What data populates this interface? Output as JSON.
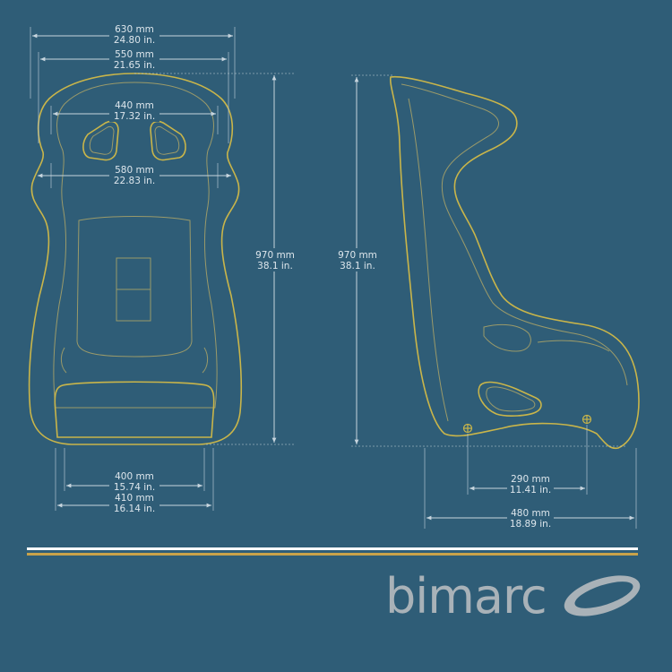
{
  "colors": {
    "background": "#2f5d77",
    "seat_outline": "#c9b54a",
    "seat_inner": "#9a9a6a",
    "dimension_line": "#c7d5de",
    "dimension_text": "#dde6ec",
    "stripe_white": "#ffffff",
    "stripe_gold": "#c9a24a",
    "logo": "#a9b2b8"
  },
  "front_view": {
    "width_630": {
      "mm": "630 mm",
      "in": "24.80 in."
    },
    "width_550": {
      "mm": "550 mm",
      "in": "21.65 in."
    },
    "width_440": {
      "mm": "440 mm",
      "in": "17.32 in."
    },
    "width_580": {
      "mm": "580 mm",
      "in": "22.83 in."
    },
    "height_970": {
      "mm": "970 mm",
      "in": "38.1 in."
    },
    "width_400": {
      "mm": "400 mm",
      "in": "15.74 in."
    },
    "width_410": {
      "mm": "410 mm",
      "in": "16.14 in."
    }
  },
  "side_view": {
    "height_970": {
      "mm": "970 mm",
      "in": "38.1 in."
    },
    "width_290": {
      "mm": "290 mm",
      "in": "11.41 in."
    },
    "width_480": {
      "mm": "480 mm",
      "in": "18.89 in."
    }
  },
  "logo": {
    "wordmark": "bimarc",
    "swoosh_icon": "oval-swoosh"
  }
}
